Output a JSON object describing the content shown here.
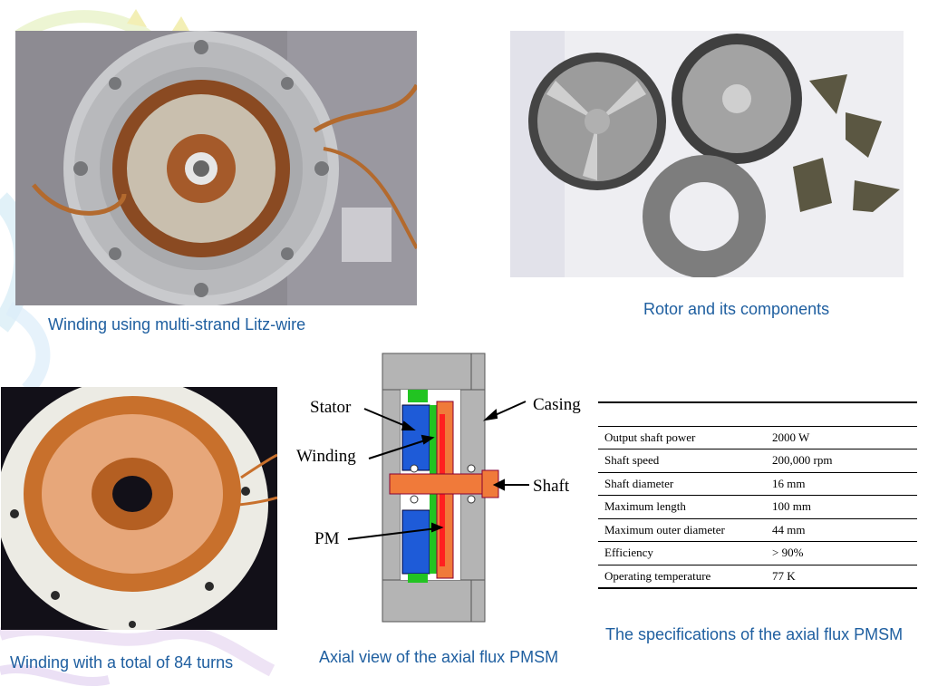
{
  "captions": {
    "litz": "Winding using multi-strand Litz-wire",
    "rotor": "Rotor and its components",
    "turns": "Winding with a total of 84 turns",
    "axial": "Axial view of the axial flux PMSM",
    "specs": "The specifications of the axial flux PMSM"
  },
  "diagram_labels": {
    "stator": "Stator",
    "winding": "Winding",
    "pm": "PM",
    "casing": "Casing",
    "shaft": "Shaft"
  },
  "specs": [
    {
      "label": "Output shaft power",
      "value": "2000 W"
    },
    {
      "label": "Shaft speed",
      "value": "200,000 rpm"
    },
    {
      "label": "Shaft diameter",
      "value": "16 mm"
    },
    {
      "label": "Maximum length",
      "value": "100 mm"
    },
    {
      "label": "Maximum outer diameter",
      "value": "44 mm"
    },
    {
      "label": "Efficiency",
      "value": "> 90%"
    },
    {
      "label": "Operating temperature",
      "value": "77 K"
    }
  ],
  "colors": {
    "caption": "#1f5fa0",
    "stator": "#1e5bd8",
    "winding": "#22c422",
    "pm": "#ff2020",
    "rotor_disc": "#f07a3a",
    "casing": "#b0b0b0"
  }
}
